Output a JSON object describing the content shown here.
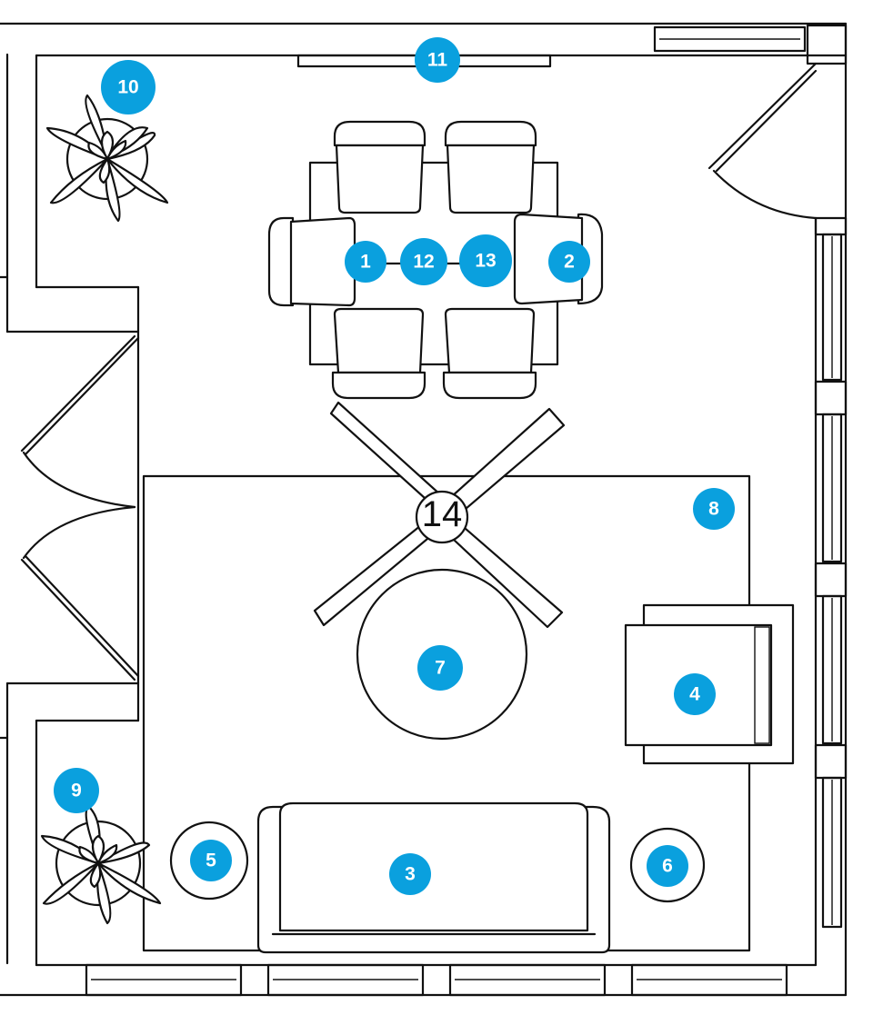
{
  "markers": [
    {
      "id": "m1",
      "label": "1"
    },
    {
      "id": "m2",
      "label": "2"
    },
    {
      "id": "m3",
      "label": "3"
    },
    {
      "id": "m4",
      "label": "4"
    },
    {
      "id": "m5",
      "label": "5"
    },
    {
      "id": "m6",
      "label": "6"
    },
    {
      "id": "m7",
      "label": "7"
    },
    {
      "id": "m8",
      "label": "8"
    },
    {
      "id": "m9",
      "label": "9"
    },
    {
      "id": "m10",
      "label": "10"
    },
    {
      "id": "m11",
      "label": "11"
    },
    {
      "id": "m12",
      "label": "12"
    },
    {
      "id": "m13",
      "label": "13"
    },
    {
      "id": "m14",
      "label": "14"
    }
  ],
  "colors": {
    "marker": "#0aa0de",
    "line": "#111111",
    "background": "#ffffff"
  }
}
